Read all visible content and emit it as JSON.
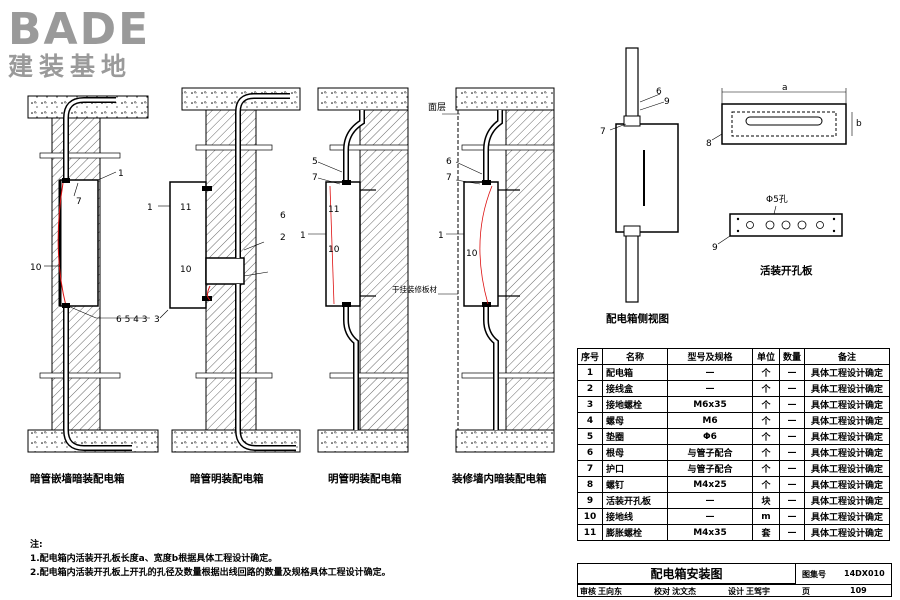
{
  "logo": {
    "main": "BADE",
    "sub": "建装基地"
  },
  "captions": {
    "fig1": "暗管嵌墙暗装配电箱",
    "fig2": "暗管明装配电箱",
    "fig3": "明管明装配电箱",
    "fig4": "装修墙内暗装配电箱",
    "side_view": "配电箱侧视图",
    "plate": "活装开孔板"
  },
  "callouts": {
    "n1": "1",
    "n2": "2",
    "n3": "3",
    "n4": "4",
    "n5": "5",
    "n6": "6",
    "n7": "7",
    "n8": "8",
    "n9": "9",
    "n10": "10",
    "n11": "11",
    "fig1_bottom": "6 5 4 3",
    "finish_layer": "面层",
    "gypsum_board": "干挂装修板材",
    "dim_a": "a",
    "dim_b": "b",
    "hole": "Φ5孔"
  },
  "notes": {
    "title": "注:",
    "line1": "1.配电箱内活装开孔板长度a、宽度b根据具体工程设计确定。",
    "line2": "2.配电箱内活装开孔板上开孔的孔径及数量根据出线回路的数量及规格具体工程设计确定。"
  },
  "table": {
    "headers": [
      "序号",
      "名称",
      "型号及规格",
      "单位",
      "数量",
      "备注"
    ],
    "rows": [
      [
        "1",
        "配电箱",
        "—",
        "个",
        "—",
        "具体工程设计确定"
      ],
      [
        "2",
        "接线盒",
        "—",
        "个",
        "—",
        "具体工程设计确定"
      ],
      [
        "3",
        "接地螺栓",
        "M6x35",
        "个",
        "—",
        "具体工程设计确定"
      ],
      [
        "4",
        "螺母",
        "M6",
        "个",
        "—",
        "具体工程设计确定"
      ],
      [
        "5",
        "垫圈",
        "Φ6",
        "个",
        "—",
        "具体工程设计确定"
      ],
      [
        "6",
        "根母",
        "与管子配合",
        "个",
        "—",
        "具体工程设计确定"
      ],
      [
        "7",
        "护口",
        "与管子配合",
        "个",
        "—",
        "具体工程设计确定"
      ],
      [
        "8",
        "螺钉",
        "M4x25",
        "个",
        "—",
        "具体工程设计确定"
      ],
      [
        "9",
        "活装开孔板",
        "—",
        "块",
        "—",
        "具体工程设计确定"
      ],
      [
        "10",
        "接地线",
        "—",
        "m",
        "—",
        "具体工程设计确定"
      ],
      [
        "11",
        "膨胀螺栓",
        "M4x35",
        "套",
        "—",
        "具体工程设计确定"
      ]
    ]
  },
  "title_block": {
    "title": "配电箱安装图",
    "atlas_label": "图集号",
    "atlas_no": "14DX010",
    "review": "审核",
    "reviewer": "王向东",
    "check": "校对",
    "checker": "沈文杰",
    "design": "设计",
    "designer": "王驾宇",
    "page_label": "页",
    "page_no": "109"
  }
}
